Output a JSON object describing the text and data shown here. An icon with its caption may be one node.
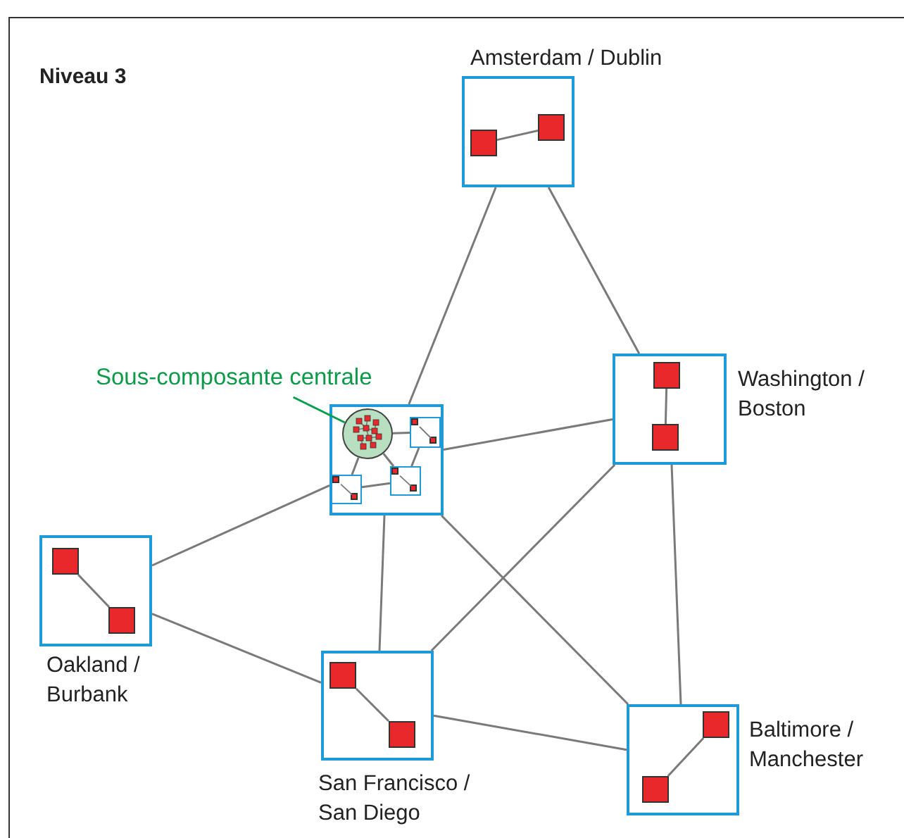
{
  "diagram": {
    "nodes": [
      {
        "text": [
          "Amsterdam / Dublin"
        ]
      },
      {
        "text": [],
        "shape": "box",
        "in": 0
      },
      {
        "text": [],
        "shape": "box",
        "in": 0
      },
      {
        "text": [
          "Washington / Boston"
        ]
      },
      {
        "text": [],
        "shape": "box",
        "in": 3
      },
      {
        "text": [],
        "shape": "box",
        "in": 3
      },
      {
        "text": [],
        "shape": "box"
      },
      {
        "text": [],
        "shape": "circle",
        "in": 6
      },
      {
        "text": [],
        "shape": "box",
        "in": 6
      },
      {
        "text": [],
        "shape": "box",
        "in": 8
      },
      {
        "text": [],
        "shape": "box",
        "in": 8
      },
      {
        "text": [],
        "shape": "box",
        "in": 6
      },
      {
        "text": [],
        "shape": "box",
        "in": 11
      },
      {
        "text": [],
        "shape": "box",
        "in": 11
      },
      {
        "text": [],
        "shape": "box",
        "in": 6
      },
      {
        "text": [],
        "shape": "box",
        "in": 14
      },
      {
        "text": [],
        "shape": "box",
        "in": 14
      },
      {
        "text": [
          "Oakland / Burbank"
        ]
      },
      {
        "text": [],
        "shape": "box",
        "in": 17
      },
      {
        "text": [],
        "shape": "box",
        "in": 17
      },
      {
        "text": [
          "San Francisco / San Diego"
        ]
      },
      {
        "text": [],
        "shape": "box",
        "in": 20
      },
      {
        "text": [],
        "shape": "box",
        "in": 20
      },
      {
        "text": [
          "Baltimore / Manchester"
        ]
      },
      {
        "text": [],
        "shape": "box",
        "in": 23
      },
      {
        "text": [],
        "shape": "box",
        "in": 23
      },
      {
        "text": [
          "Sous-composante centrale"
        ]
      }
    ],
    "edges": [
      {
        "from": 1,
        "to": 2,
        "arrow": "none"
      },
      {
        "from": 4,
        "to": 5,
        "arrow": "none"
      },
      {
        "from": 7,
        "to": 8,
        "arrow": "none"
      },
      {
        "from": 7,
        "to": 11,
        "arrow": "none"
      },
      {
        "from": 7,
        "to": 14,
        "arrow": "none"
      },
      {
        "from": 8,
        "to": 11,
        "arrow": "none"
      },
      {
        "from": 11,
        "to": 14,
        "arrow": "none"
      },
      {
        "from": 9,
        "to": 10,
        "arrow": "none"
      },
      {
        "from": 12,
        "to": 13,
        "arrow": "none"
      },
      {
        "from": 15,
        "to": 16,
        "arrow": "none"
      },
      {
        "from": 18,
        "to": 19,
        "arrow": "none"
      },
      {
        "from": 21,
        "to": 22,
        "arrow": "none"
      },
      {
        "from": 24,
        "to": 25,
        "arrow": "none"
      },
      {
        "from": 0,
        "to": 6,
        "arrow": "none"
      },
      {
        "from": 0,
        "to": 3,
        "arrow": "none"
      },
      {
        "from": 6,
        "to": 3,
        "arrow": "none"
      },
      {
        "from": 17,
        "to": 6,
        "arrow": "none"
      },
      {
        "from": 6,
        "to": 20,
        "arrow": "none"
      },
      {
        "from": 6,
        "to": 23,
        "arrow": "none"
      },
      {
        "from": 3,
        "to": 20,
        "arrow": "none"
      },
      {
        "from": 3,
        "to": 23,
        "arrow": "none"
      },
      {
        "from": 17,
        "to": 20,
        "arrow": "none"
      },
      {
        "from": 20,
        "to": 23,
        "arrow": "none"
      },
      {
        "from": 26,
        "to": 7,
        "arrow": "none",
        "color": "#00a04a"
      }
    ],
    "labels": [
      "Niveau 3"
    ]
  }
}
